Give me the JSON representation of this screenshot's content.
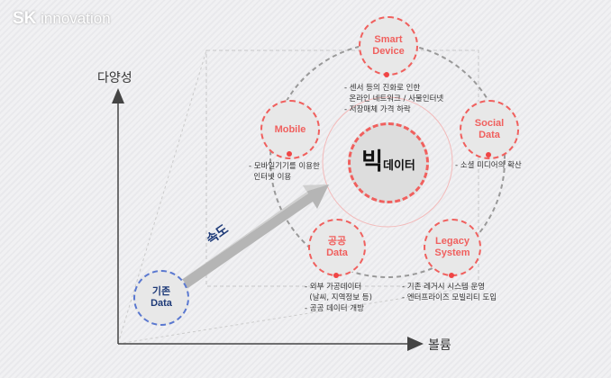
{
  "logo": {
    "brand": "SK",
    "name": "innovation"
  },
  "axes": {
    "y_label": "다양성",
    "x_label": "볼륨",
    "arrow_label": "속도"
  },
  "center": {
    "big": "빅",
    "rest": "데이터"
  },
  "base": {
    "label": "기존\nData"
  },
  "nodes": [
    {
      "id": "smart-device",
      "label": "Smart\nDevice",
      "desc": [
        "- 센서 등의 진화로 인한",
        "  온라인 네트워크 / 사물인터넷",
        "- 저장매체 가격 하락"
      ]
    },
    {
      "id": "mobile",
      "label": "Mobile",
      "desc": [
        "- 모바일기기를 이용한",
        "  인터넷 이용"
      ]
    },
    {
      "id": "social-data",
      "label": "Social\nData",
      "desc": [
        "- 소셜 미디어의 확산"
      ]
    },
    {
      "id": "public-data",
      "label": "공공\nData",
      "desc": [
        "- 외부 가공데이터",
        "  (날씨, 지역정보 등)",
        "- 공공 데이터 개방"
      ]
    },
    {
      "id": "legacy-system",
      "label": "Legacy\nSystem",
      "desc": [
        "- 기존 레거시 시스템 운영",
        "- 엔터프라이즈 모빌리티 도입"
      ]
    }
  ],
  "colors": {
    "accent": "#f0605e",
    "base": "#1e3a78"
  }
}
